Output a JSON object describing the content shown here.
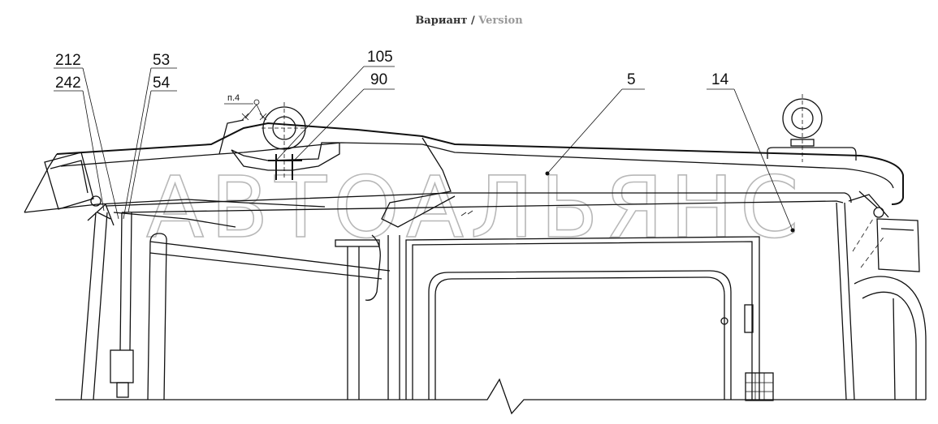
{
  "header": {
    "title_main": "Вариант",
    "separator": "/",
    "title_alt": "Version"
  },
  "watermark": "АВТОАЛЬЯНС",
  "callouts": [
    {
      "id": "c212",
      "label": "212"
    },
    {
      "id": "c242",
      "label": "242"
    },
    {
      "id": "c53",
      "label": "53"
    },
    {
      "id": "c54",
      "label": "54"
    },
    {
      "id": "c105",
      "label": "105"
    },
    {
      "id": "c90",
      "label": "90"
    },
    {
      "id": "c5",
      "label": "5"
    },
    {
      "id": "c14",
      "label": "14"
    }
  ],
  "note": "п.4",
  "colors": {
    "line": "#111111",
    "watermark": "#b8b8b8",
    "accent_grey": "#9a9a9a"
  }
}
